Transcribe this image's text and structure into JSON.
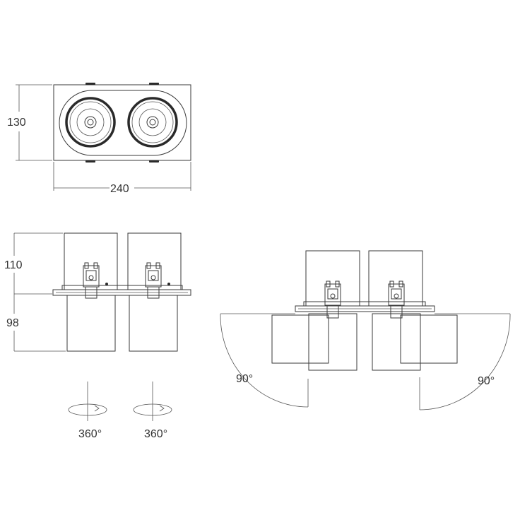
{
  "dimensions": {
    "top_height": "130",
    "top_width": "240",
    "side_height_upper": "110",
    "side_height_lower": "98"
  },
  "angles": {
    "rotation_left": "360°",
    "rotation_right": "360°",
    "tilt_left": "90°",
    "tilt_right": "90°"
  }
}
